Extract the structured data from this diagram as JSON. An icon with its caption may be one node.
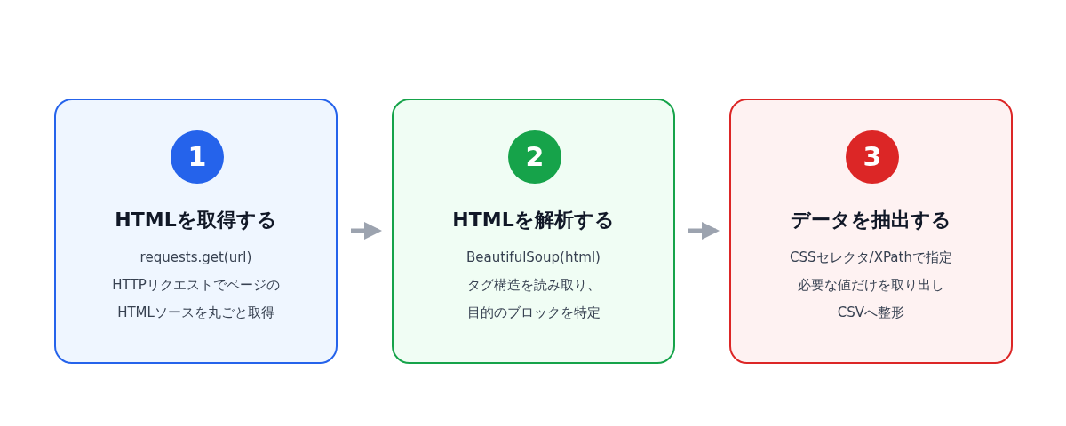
{
  "diagram": {
    "nodes": [
      {
        "text": [
          "1",
          "HTMLを取得する",
          "requests.get(url)",
          "HTTPリクエストでページの",
          "HTMLソースを丸ごと取得"
        ]
      },
      {
        "text": [
          "2",
          "HTMLを解析する",
          "BeautifulSoup(html)",
          "タグ構造を読み取り、",
          "目的のブロックを特定"
        ]
      },
      {
        "text": [
          "3",
          "データを抽出する",
          "CSSセレクタ/XPathで指定",
          "必要な値だけを取り出し",
          "CSVへ整形"
        ]
      }
    ],
    "edges": [
      {
        "from": 0,
        "to": 1,
        "arrow": "to"
      },
      {
        "from": 1,
        "to": 2,
        "arrow": "to"
      }
    ]
  }
}
